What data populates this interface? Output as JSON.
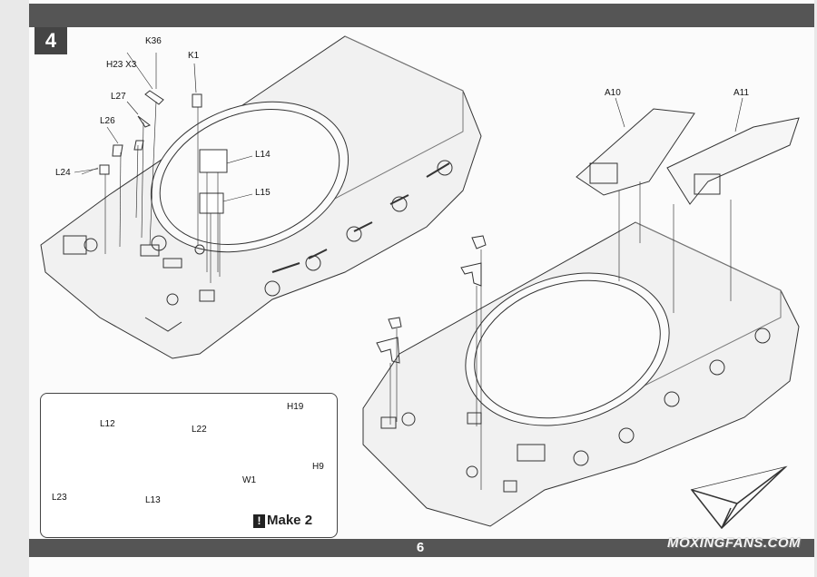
{
  "step_number": "4",
  "page_number": "6",
  "watermark": "MOXINGFANS.COM",
  "labels": {
    "k36": "K36",
    "k1": "K1",
    "h23x3": "H23 X3",
    "l27": "L27",
    "l26": "L26",
    "l24": "L24",
    "l14": "L14",
    "l15": "L15",
    "a10": "A10",
    "a11": "A11"
  },
  "inset": {
    "l12": "L12",
    "l23": "L23",
    "l22": "L22",
    "l13": "L13",
    "h19": "H19",
    "w1": "W1",
    "h9": "H9",
    "make_note": "Make 2",
    "make_icon": "!"
  }
}
